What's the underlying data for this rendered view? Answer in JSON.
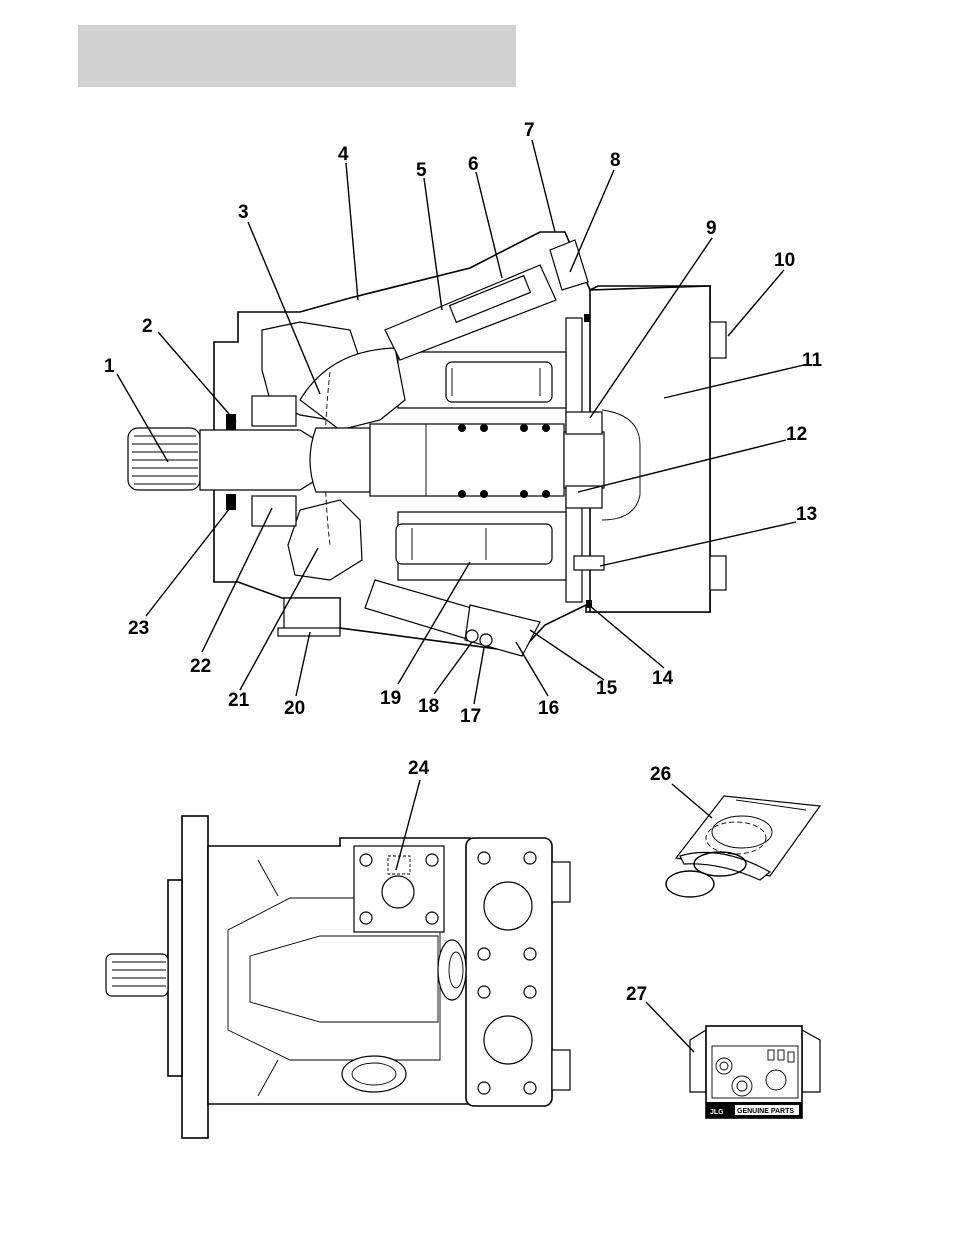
{
  "callouts": [
    {
      "num": "1"
    },
    {
      "num": "2"
    },
    {
      "num": "3"
    },
    {
      "num": "4"
    },
    {
      "num": "5"
    },
    {
      "num": "6"
    },
    {
      "num": "7"
    },
    {
      "num": "8"
    },
    {
      "num": "9"
    },
    {
      "num": "10"
    },
    {
      "num": "11"
    },
    {
      "num": "12"
    },
    {
      "num": "13"
    },
    {
      "num": "14"
    },
    {
      "num": "15"
    },
    {
      "num": "16"
    },
    {
      "num": "17"
    },
    {
      "num": "18"
    },
    {
      "num": "19"
    },
    {
      "num": "20"
    },
    {
      "num": "21"
    },
    {
      "num": "22"
    },
    {
      "num": "23"
    },
    {
      "num": "24"
    },
    {
      "num": "26"
    },
    {
      "num": "27"
    }
  ],
  "kit": {
    "brand": "JLG",
    "badge": "GENUINE PARTS"
  },
  "colors": {
    "header_bar": "#d1d1d1",
    "ink": "#000000"
  }
}
